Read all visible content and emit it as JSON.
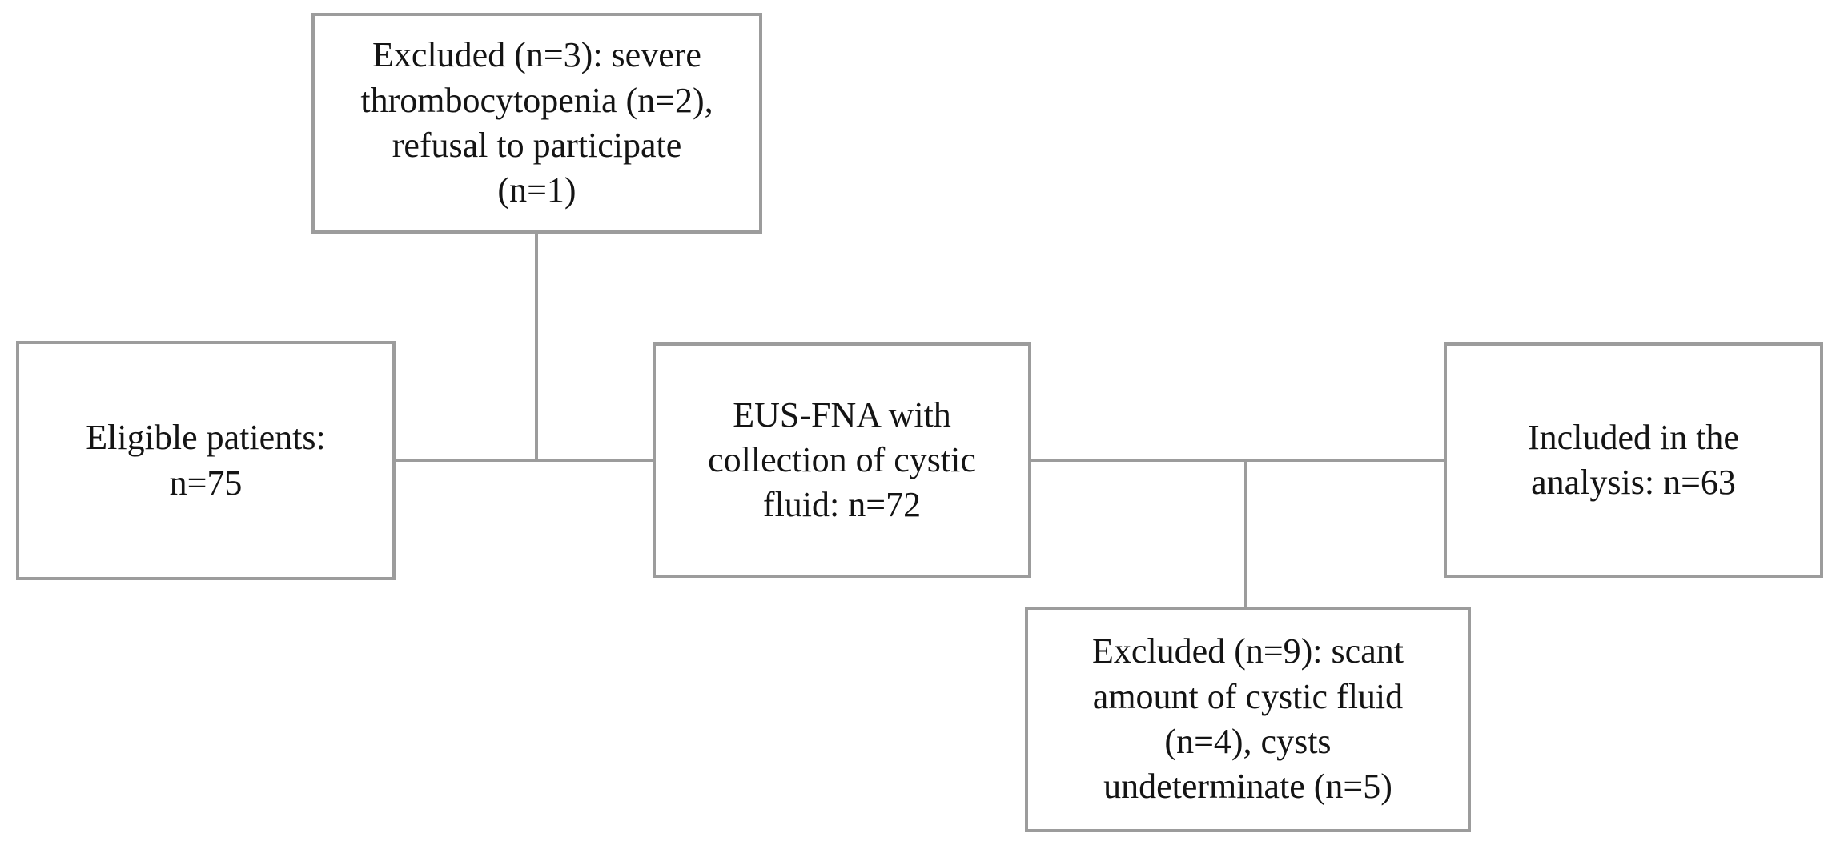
{
  "diagram": {
    "type": "flowchart",
    "background_color": "#ffffff",
    "box_border_color": "#9c9c9c",
    "connector_color": "#9c9c9c",
    "text_color": "#141414",
    "nodes": {
      "excluded_initial": {
        "id": "excluded-initial",
        "text": "Excluded (n=3): severe\nthrombocytopenia (n=2),\nrefusal to participate\n(n=1)"
      },
      "eligible": {
        "id": "eligible-patients",
        "text": "Eligible patients:\nn=75"
      },
      "eus_fna": {
        "id": "eus-fna",
        "text": "EUS-FNA with\ncollection of cystic\nfluid: n=72"
      },
      "included": {
        "id": "included-analysis",
        "text": "Included in the\nanalysis: n=63"
      },
      "excluded_fluid": {
        "id": "excluded-fluid",
        "text": "Excluded (n=9): scant\namount of cystic fluid\n(n=4), cysts\nundeterminate (n=5)"
      }
    },
    "edges": [
      {
        "from": "excluded-initial",
        "to": "eligible-patients/eus-fna junction",
        "style": "vertical"
      },
      {
        "from": "eligible-patients",
        "to": "eus-fna",
        "style": "horizontal"
      },
      {
        "from": "eus-fna",
        "to": "included-analysis",
        "style": "horizontal"
      },
      {
        "from": "eus-fna/included-analysis junction",
        "to": "excluded-fluid",
        "style": "vertical"
      }
    ]
  }
}
